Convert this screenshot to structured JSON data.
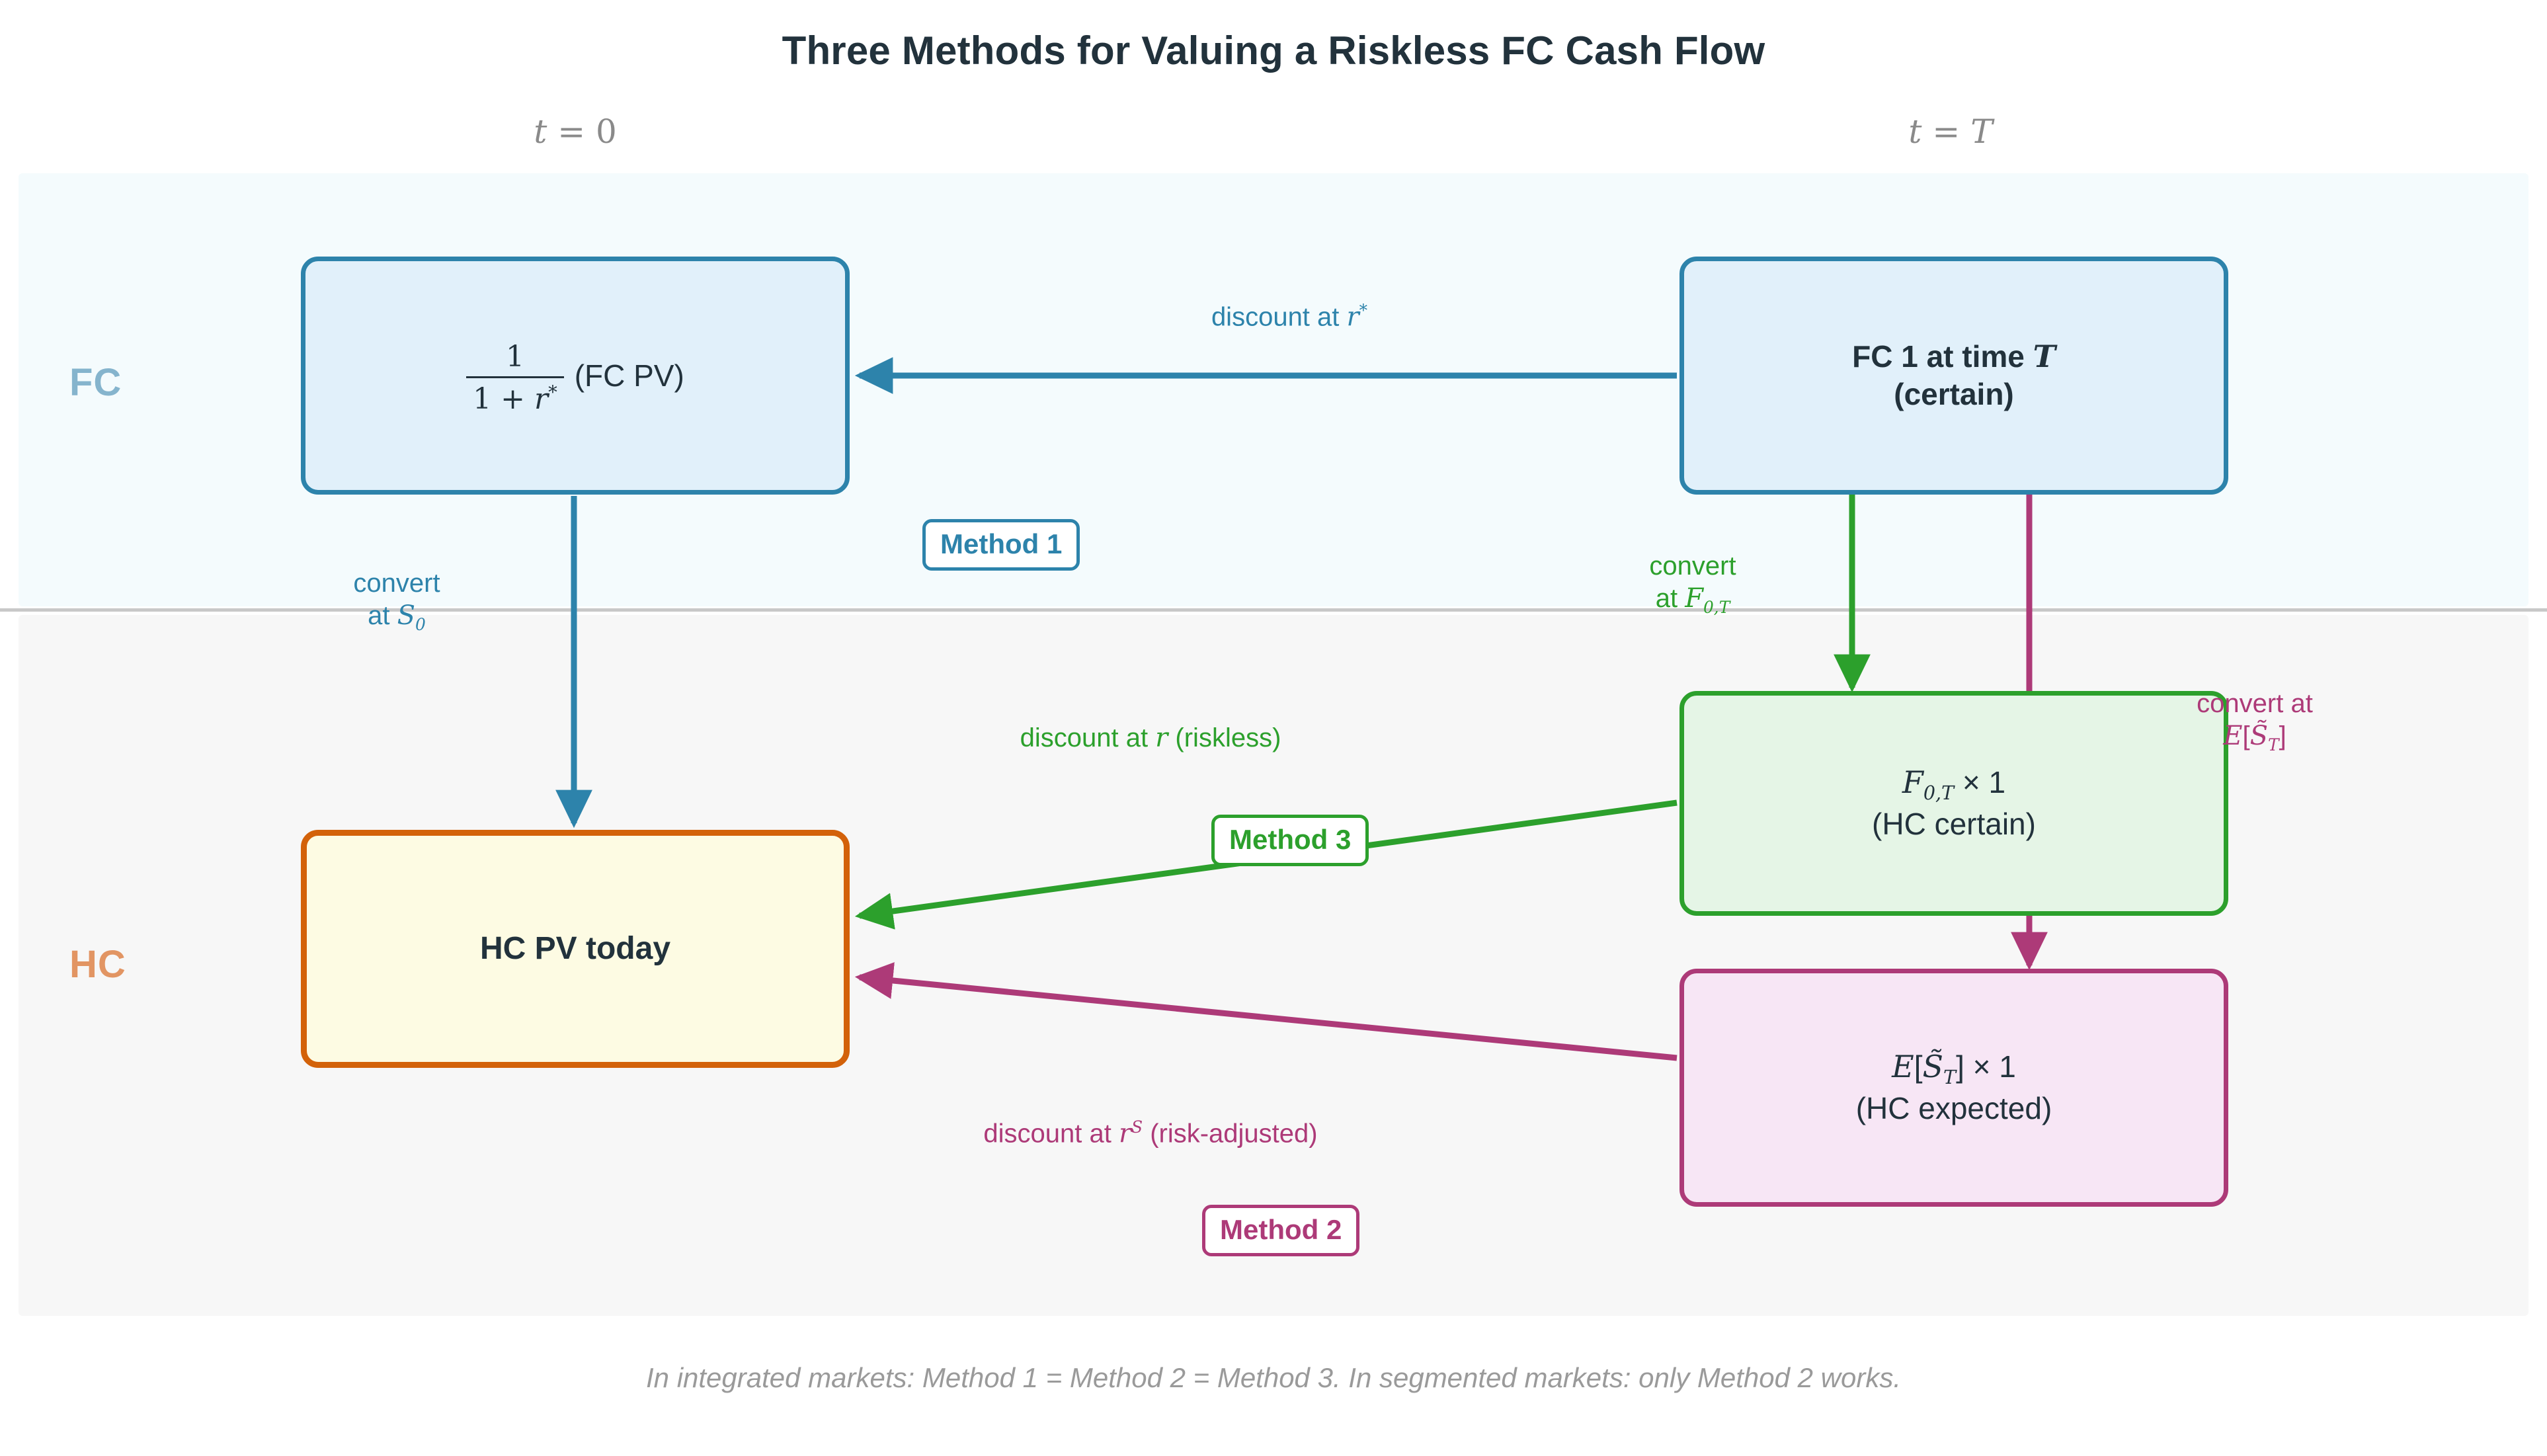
{
  "title": "Three Methods for Valuing a Riskless FC Cash Flow",
  "columns": {
    "left": "t = 0",
    "right": "t = T"
  },
  "rows": {
    "fc_label": "FC",
    "hc_label": "HC"
  },
  "nodes": {
    "fc_pv": {
      "formula_numerator": "1",
      "formula_denominator": "1 + r*",
      "annotation": "(FC PV)",
      "full_text": "1/(1 + r*)  (FC PV)"
    },
    "fc_1_at_T": {
      "line1": "FC 1 at time T",
      "line2": "(certain)"
    },
    "hc_certain": {
      "line1": "F0,T × 1",
      "line2": "(HC certain)"
    },
    "hc_expected": {
      "line1": "E[S̃T] × 1",
      "line2": "(HC expected)"
    },
    "hc_pv_today": {
      "label": "HC PV today"
    }
  },
  "edge_labels": {
    "discount_r_star": "discount at r*",
    "convert_at_s0_line1": "convert",
    "convert_at_s0_line2": "at S0",
    "convert_at_f0t_line1": "convert",
    "convert_at_f0t_line2": "at F0,T",
    "convert_at_est_line1": "convert at",
    "convert_at_est_line2": "E[S̃T]",
    "discount_r_riskless": "discount at r (riskless)",
    "discount_rs_risk_adjusted": "discount at rS (risk-adjusted)"
  },
  "badges": {
    "method1": "Method 1",
    "method2": "Method 2",
    "method3": "Method 3"
  },
  "footer": "In integrated markets: Method 1 = Method 2 = Method 3.  In segmented markets: only Method 2 works.",
  "colors": {
    "blue": "#2d83ab",
    "green": "#2ca02c",
    "magenta": "#ad3a78",
    "orange": "#d3620a",
    "fc_band": "#f4fbfd",
    "hc_band": "#f7f7f7",
    "fc_row_label": "#85b4cd",
    "hc_row_label": "#e29563",
    "title_text": "#22323c",
    "footer_text": "#9a9a9a"
  }
}
